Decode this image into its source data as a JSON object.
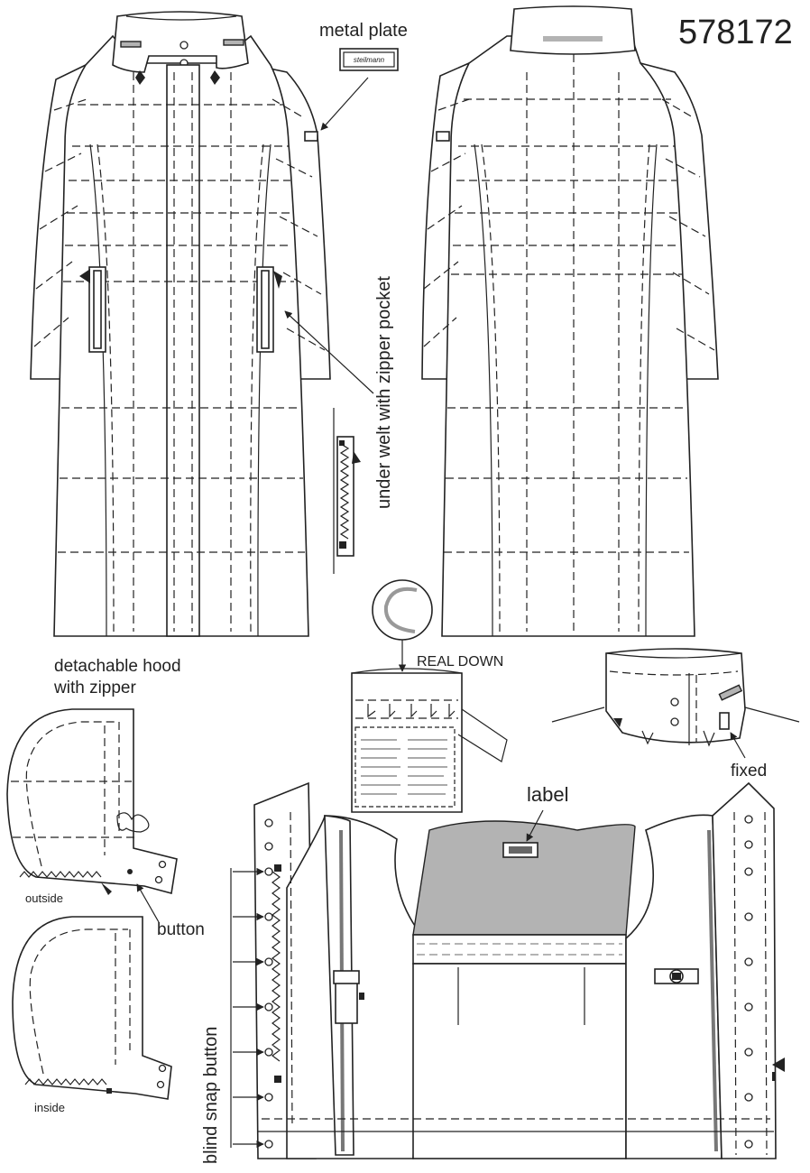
{
  "article_number": "578172",
  "callouts": {
    "metal_plate": "metal plate",
    "plate_brand": "steilmann",
    "pocket": "under welt with zipper pocket",
    "detachable_hood": "detachable hood",
    "detachable_hood_2": "with zipper",
    "hood_outside": "outside",
    "hood_inside": "inside",
    "button": "button",
    "real_down": "REAL  DOWN",
    "collar_fixed": "fixed",
    "label": "label",
    "blind_snap_button": "blind snap button"
  },
  "colors": {
    "line": "#222222",
    "lining_gray": "#b3b3b3",
    "background": "#ffffff"
  }
}
